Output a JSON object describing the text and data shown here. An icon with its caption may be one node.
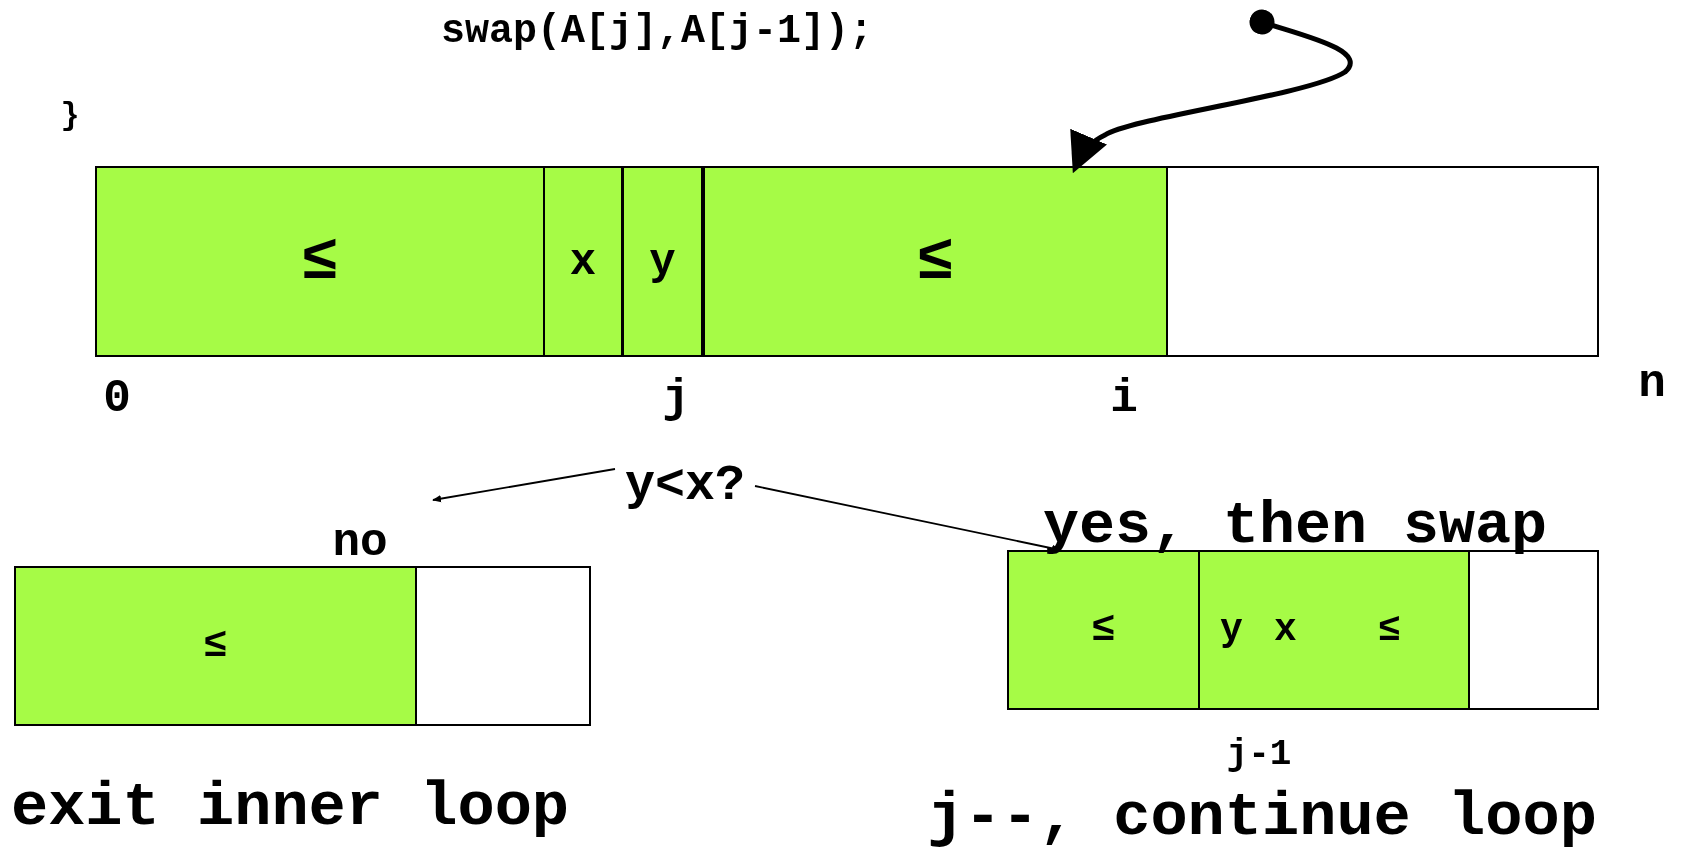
{
  "diagram": {
    "nodes": [
      {
        "text": [
          "≤"
        ]
      },
      {
        "text": [
          "x"
        ]
      },
      {
        "text": [
          "y"
        ]
      },
      {
        "text": [
          "≤"
        ]
      },
      {
        "text": [],
        "shape": "box"
      },
      {
        "text": [
          "y<x?"
        ]
      },
      {
        "text": [
          "≤"
        ]
      },
      {
        "text": [],
        "shape": "box"
      },
      {
        "text": [
          "≤"
        ]
      },
      {
        "text": [
          "y",
          "x",
          "≤"
        ]
      },
      {
        "text": [],
        "shape": "box"
      }
    ],
    "edges": [
      {
        "from": null,
        "to": 3,
        "arrow": "to",
        "style": "thick"
      },
      {
        "from": 5,
        "to": null,
        "arrow": "to"
      },
      {
        "from": 5,
        "to": 8,
        "arrow": "to"
      }
    ],
    "labels": [
      "swap(A[j],A[j-1]);",
      "}",
      "0",
      "j",
      "i",
      "n",
      "no",
      "yes, then swap",
      "exit inner loop",
      "j-1",
      "j--, continue loop"
    ]
  }
}
